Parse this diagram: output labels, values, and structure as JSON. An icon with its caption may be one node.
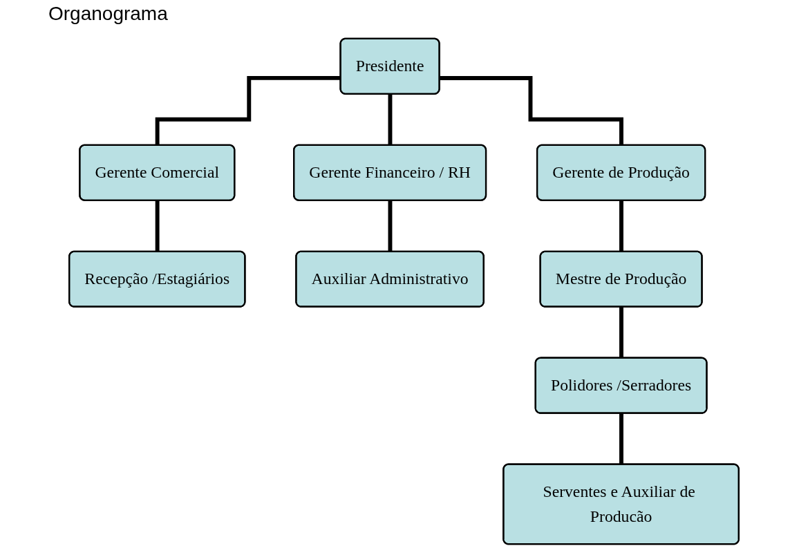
{
  "diagram": {
    "title": "Organograma",
    "nodes": [
      {
        "text": [
          "Presidente"
        ]
      },
      {
        "text": [
          "Gerente Comercial"
        ]
      },
      {
        "text": [
          "Gerente Financeiro / RH"
        ]
      },
      {
        "text": [
          "Gerente de Produção"
        ]
      },
      {
        "text": [
          "Recepção /Estagiários"
        ]
      },
      {
        "text": [
          "Auxiliar Administrativo"
        ]
      },
      {
        "text": [
          "Mestre de Produção"
        ]
      },
      {
        "text": [
          "Polidores /Serradores"
        ]
      },
      {
        "text": [
          "Serventes e Auxiliar de Producão"
        ]
      }
    ],
    "edges": [
      {
        "from": 0,
        "to": 1,
        "arrow": "none"
      },
      {
        "from": 0,
        "to": 2,
        "arrow": "none"
      },
      {
        "from": 0,
        "to": 3,
        "arrow": "none"
      },
      {
        "from": 1,
        "to": 4,
        "arrow": "none"
      },
      {
        "from": 2,
        "to": 5,
        "arrow": "none"
      },
      {
        "from": 3,
        "to": 6,
        "arrow": "none"
      },
      {
        "from": 6,
        "to": 7,
        "arrow": "none"
      },
      {
        "from": 7,
        "to": 8,
        "arrow": "none"
      }
    ]
  }
}
